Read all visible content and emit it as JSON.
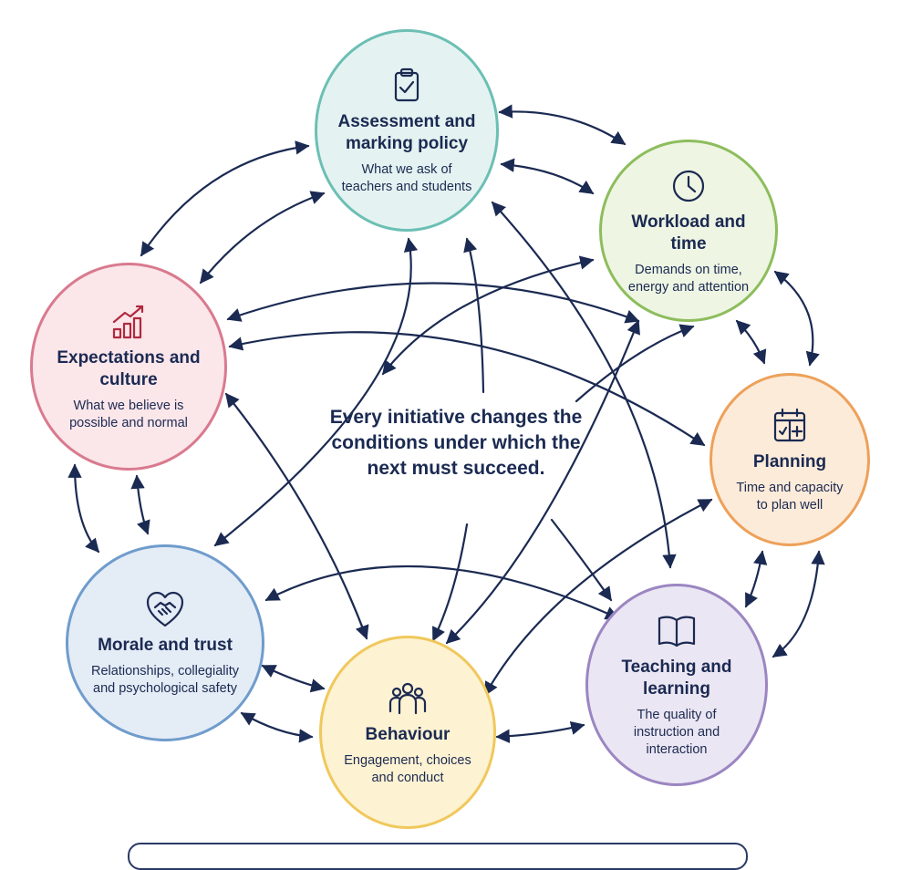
{
  "center_text": "Every initiative changes the conditions under which the next must succeed.",
  "nodes": {
    "assessment": {
      "title": "Assessment and marking policy",
      "subtitle": "What we ask of teachers and students",
      "icon": "clipboard-check-icon",
      "fill": "#e4f3f1",
      "border": "#6cbfb4"
    },
    "workload": {
      "title": "Workload and time",
      "subtitle": "Demands on time, energy and attention",
      "icon": "clock-icon",
      "fill": "#eef5e3",
      "border": "#8dbd5c"
    },
    "expectations": {
      "title": "Expectations and culture",
      "subtitle": "What we believe is possible and normal",
      "icon": "bar-chart-rising-icon",
      "fill": "#fbe6ea",
      "border": "#d97a8e"
    },
    "planning": {
      "title": "Planning",
      "subtitle": "Time and capacity to plan well",
      "icon": "calendar-icon",
      "fill": "#fdebd9",
      "border": "#eda15a"
    },
    "morale": {
      "title": "Morale and trust",
      "subtitle": "Relationships, collegiality and psychological safety",
      "icon": "handshake-heart-icon",
      "fill": "#e4ecf6",
      "border": "#6f9ccc"
    },
    "behaviour": {
      "title": "Behaviour",
      "subtitle": "Engagement, choices and conduct",
      "icon": "people-group-icon",
      "fill": "#fdf2d2",
      "border": "#f0c85c"
    },
    "teaching": {
      "title": "Teaching and learning",
      "subtitle": "The quality of instruction and interaction",
      "icon": "open-book-icon",
      "fill": "#ebe6f3",
      "border": "#9b86c2"
    }
  },
  "colors": {
    "text": "#1b2a52",
    "arrow": "#1b2a52"
  }
}
